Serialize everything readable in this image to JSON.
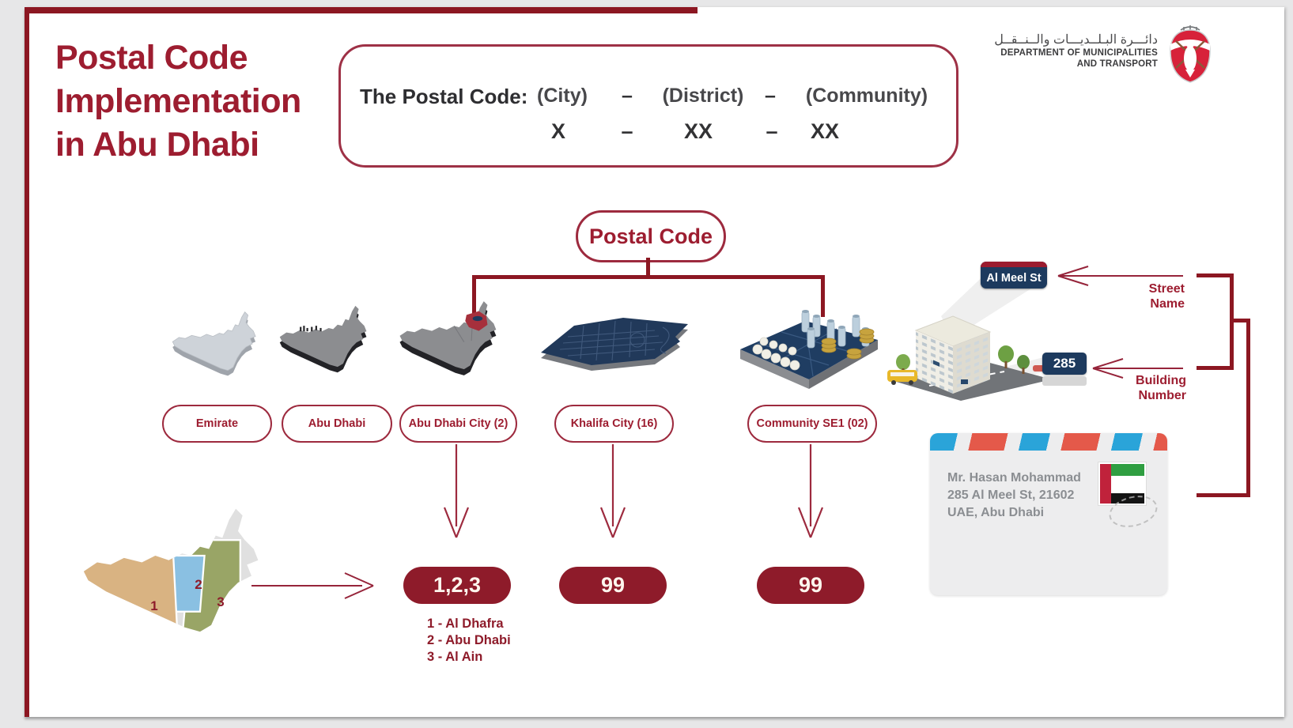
{
  "title": {
    "lines": [
      "Postal Code",
      "Implementation",
      "in Abu Dhabi"
    ]
  },
  "header_box": {
    "label": "The Postal Code:",
    "separator": "–",
    "parts": [
      {
        "name": "(City)",
        "digits": "X"
      },
      {
        "name": "(District)",
        "digits": "XX"
      },
      {
        "name": "(Community)",
        "digits": "XX"
      }
    ]
  },
  "logo": {
    "arabic": "دائـــرة البـلــديـــات والــنــقــل",
    "english_line1": "DEPARTMENT OF MUNICIPALITIES",
    "english_line2": "AND TRANSPORT"
  },
  "tree": {
    "root_label": "Postal Code"
  },
  "levels": [
    {
      "label": "Emirate"
    },
    {
      "label": "Abu Dhabi"
    },
    {
      "label": "Abu Dhabi City (2)"
    },
    {
      "label": "Khalifa City (16)"
    },
    {
      "label": "Community SE1 (02)"
    }
  ],
  "codes": [
    "1,2,3",
    "99",
    "99"
  ],
  "legend": [
    "1 - Al Dhafra",
    "2 - Abu Dhabi",
    "3 - Al Ain"
  ],
  "uae_map": {
    "region_numbers": [
      "1",
      "2",
      "3"
    ]
  },
  "address_callouts": {
    "street_sign": "Al Meel St",
    "building_number": "285",
    "street_label_lines": [
      "Street",
      "Name"
    ],
    "building_label_lines": [
      "Building",
      "Number"
    ]
  },
  "envelope": {
    "address_lines": [
      "Mr. Hasan Mohammad",
      "285 Al Meel St,  21602",
      "UAE, Abu Dhabi"
    ]
  },
  "colors": {
    "accent_red": "#9d1d30",
    "maroon_bar": "#8c1722",
    "pill_fill": "#8e1b2a",
    "navy": "#1d3a5e",
    "stripe_blue": "#2aa4d9",
    "stripe_red": "#e4594a"
  }
}
